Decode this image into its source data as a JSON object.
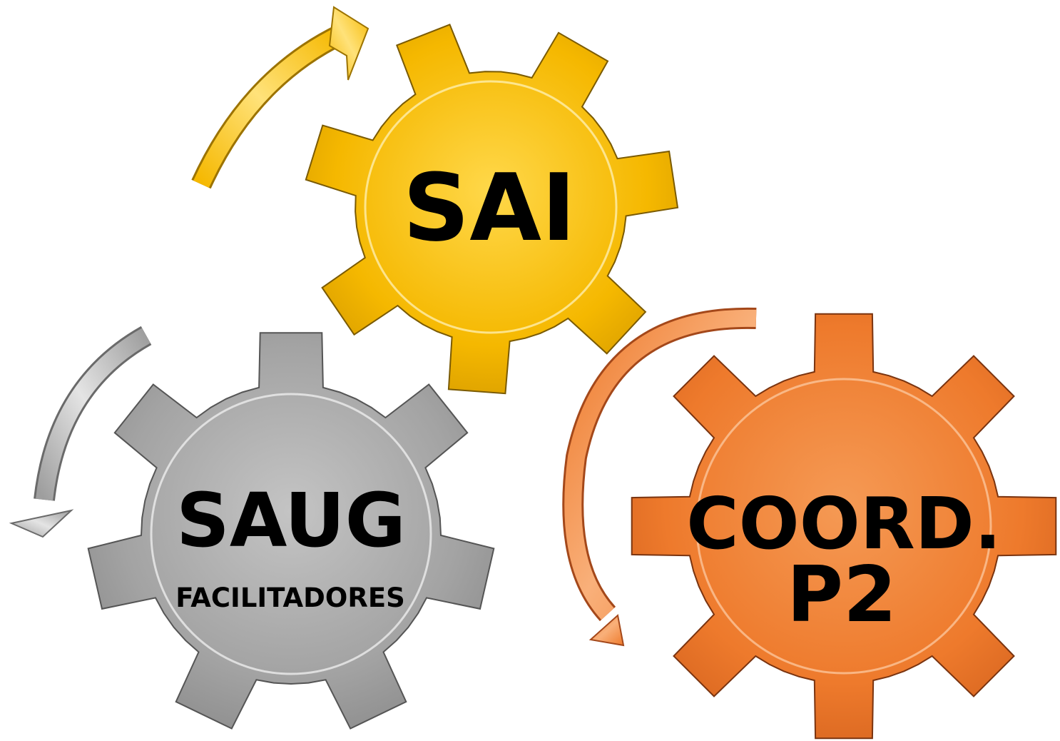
{
  "gears": [
    {
      "id": "sai",
      "label": "SAI",
      "sublabel": "",
      "color": "#F5B800",
      "color_light": "#FFD84A",
      "color_dark": "#B98600",
      "arrow_direction": "clockwise"
    },
    {
      "id": "saug",
      "label": "SAUG",
      "sublabel": "FACILITADORES",
      "color": "#A3A3A3",
      "color_light": "#D8D8D8",
      "color_dark": "#6E6E6E",
      "arrow_direction": "counterclockwise"
    },
    {
      "id": "coord",
      "label": "COORD.",
      "label_line2": "P2",
      "color": "#EE7A2C",
      "color_light": "#F7A468",
      "color_dark": "#B5521A",
      "arrow_direction": "counterclockwise"
    }
  ],
  "text_color": "#000000",
  "background": "#FFFFFF"
}
